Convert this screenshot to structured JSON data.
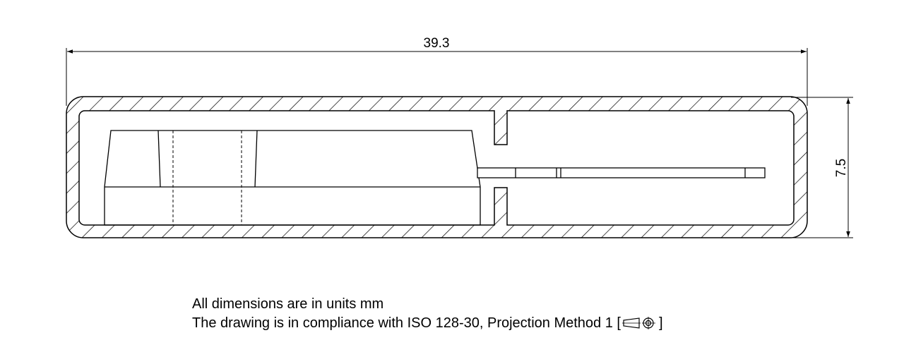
{
  "dimensions": {
    "overall_length": "39.3",
    "overall_height": "7.5"
  },
  "notes": {
    "units_note": "All dimensions are in units mm",
    "compliance_prefix": "The drawing is in compliance with ISO 128-30, Projection Method 1 [",
    "compliance_suffix": "]"
  },
  "icons": {
    "projection_symbol": "first-angle-projection-icon"
  },
  "colors": {
    "line": "#000000",
    "background": "#ffffff"
  }
}
